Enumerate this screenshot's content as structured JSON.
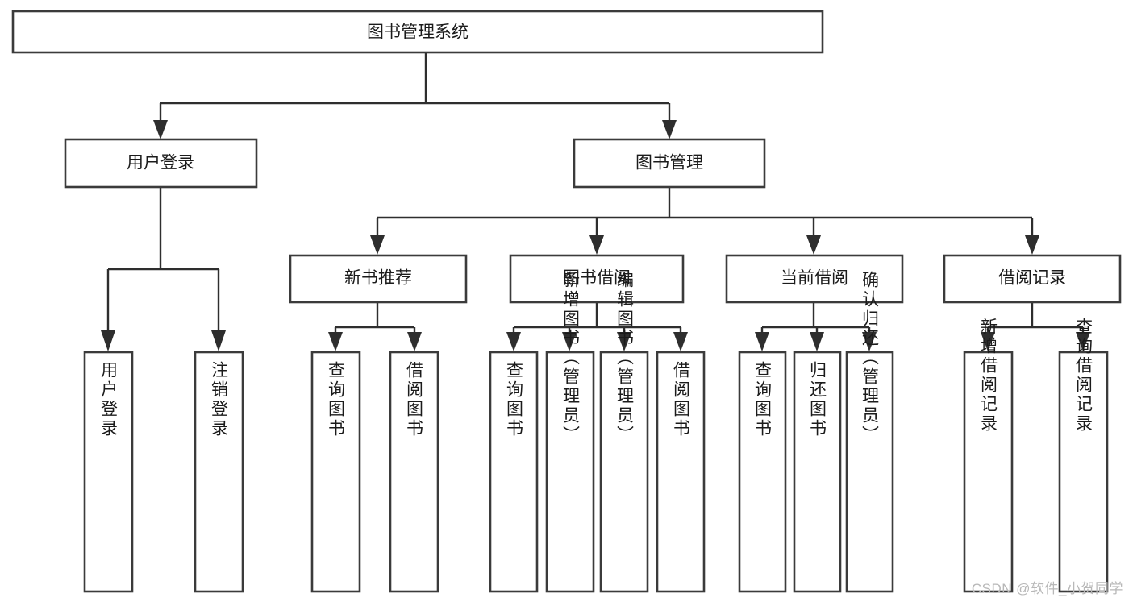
{
  "diagram": {
    "type": "tree-hierarchy",
    "title": "图书管理系统",
    "root": {
      "id": "root",
      "label": "图书管理系统",
      "orientation": "horizontal"
    },
    "level1": [
      {
        "id": "user-login",
        "label": "用户登录",
        "orientation": "horizontal"
      },
      {
        "id": "book-manage",
        "label": "图书管理",
        "orientation": "horizontal"
      }
    ],
    "level2": [
      {
        "id": "new-book-recommend",
        "label": "新书推荐",
        "orientation": "horizontal",
        "parent": "book-manage"
      },
      {
        "id": "book-borrow",
        "label": "图书借阅",
        "orientation": "horizontal",
        "parent": "book-manage"
      },
      {
        "id": "current-borrow",
        "label": "当前借阅",
        "orientation": "horizontal",
        "parent": "book-manage"
      },
      {
        "id": "borrow-record",
        "label": "借阅记录",
        "orientation": "horizontal",
        "parent": "book-manage"
      }
    ],
    "leaves": [
      {
        "id": "leaf-user-login",
        "label": "用户登录",
        "orientation": "vertical",
        "parent": "user-login"
      },
      {
        "id": "leaf-logout",
        "label": "注销登录",
        "orientation": "vertical",
        "parent": "user-login"
      },
      {
        "id": "leaf-query-book-1",
        "label": "查询图书",
        "orientation": "vertical",
        "parent": "new-book-recommend"
      },
      {
        "id": "leaf-borrow-book-1",
        "label": "借阅图书",
        "orientation": "vertical",
        "parent": "new-book-recommend"
      },
      {
        "id": "leaf-query-book-2",
        "label": "查询图书",
        "orientation": "vertical",
        "parent": "book-borrow"
      },
      {
        "id": "leaf-add-book",
        "label": "新增图书（管理员）",
        "orientation": "vertical",
        "parent": "book-borrow"
      },
      {
        "id": "leaf-edit-book",
        "label": "编辑图书（管理员）",
        "orientation": "vertical",
        "parent": "book-borrow"
      },
      {
        "id": "leaf-borrow-book-2",
        "label": "借阅图书",
        "orientation": "vertical",
        "parent": "book-borrow"
      },
      {
        "id": "leaf-query-book-3",
        "label": "查询图书",
        "orientation": "vertical",
        "parent": "current-borrow"
      },
      {
        "id": "leaf-return-book",
        "label": "归还图书",
        "orientation": "vertical",
        "parent": "current-borrow"
      },
      {
        "id": "leaf-confirm-return",
        "label": "确认归还（管理员）",
        "orientation": "vertical",
        "parent": "current-borrow"
      },
      {
        "id": "leaf-add-record",
        "label": "新增借阅记录",
        "orientation": "vertical",
        "parent": "borrow-record"
      },
      {
        "id": "leaf-query-record",
        "label": "查询借阅记录",
        "orientation": "vertical",
        "parent": "borrow-record"
      }
    ],
    "colors": {
      "box_stroke": "#3b3b3b",
      "box_fill": "#ffffff",
      "connector": "#2e2e2e",
      "text": "#1b1b1b",
      "background": "#ffffff",
      "watermark": "#b8b8b8"
    }
  },
  "watermark": {
    "text": "CSDN @软件_小贺同学"
  }
}
